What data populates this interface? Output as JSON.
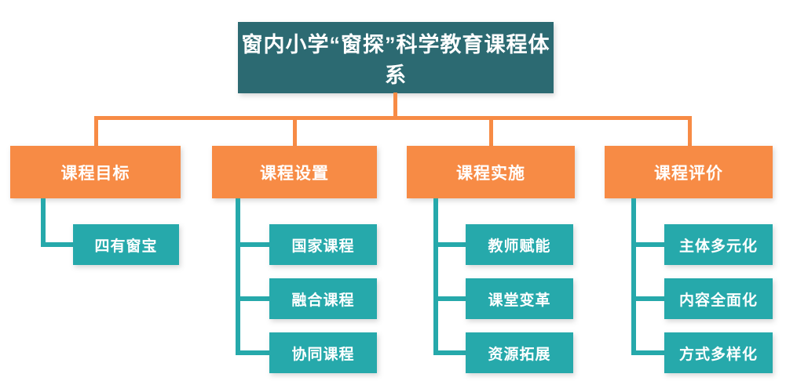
{
  "colors": {
    "root_bg": "#2C6A72",
    "branch_bg": "#F78B45",
    "leaf_bg": "#26A9AB",
    "text": "#FFFFFF",
    "connector_top": "#F78B45",
    "connector_child": "#26A9AB"
  },
  "tree": {
    "root": "窗内小学“窗探”科学教育课程体系",
    "branches": [
      {
        "label": "课程目标",
        "children": [
          "四有窗宝"
        ]
      },
      {
        "label": "课程设置",
        "children": [
          "国家课程",
          "融合课程",
          "协同课程"
        ]
      },
      {
        "label": "课程实施",
        "children": [
          "教师赋能",
          "课堂变革",
          "资源拓展"
        ]
      },
      {
        "label": "课程评价",
        "children": [
          "主体多元化",
          "内容全面化",
          "方式多样化"
        ]
      }
    ]
  }
}
